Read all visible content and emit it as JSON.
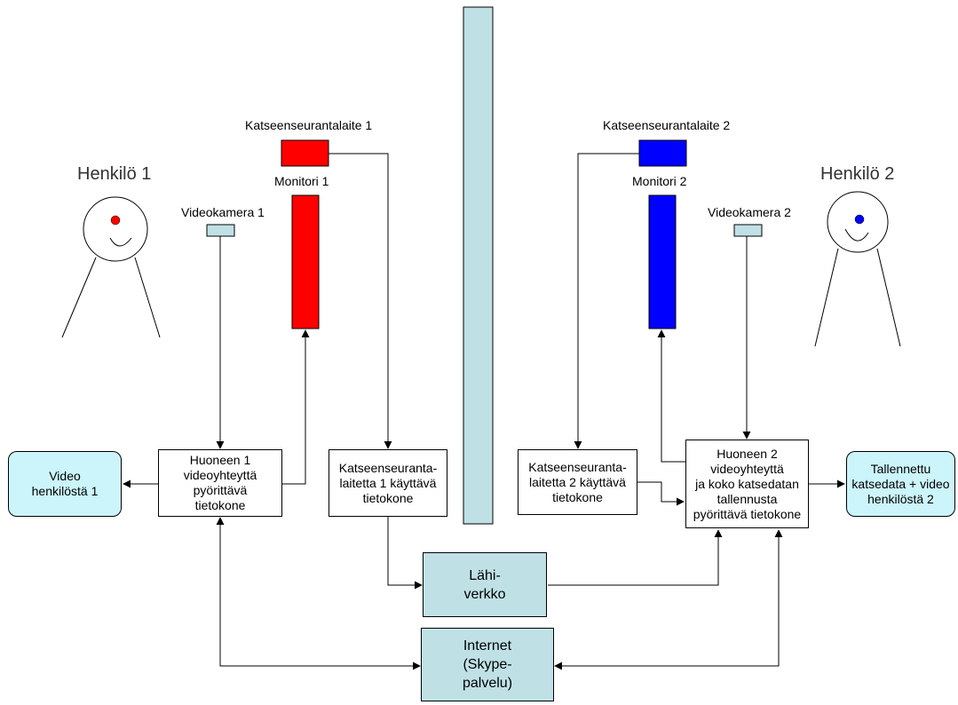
{
  "people": {
    "p1": {
      "label": "Henkilö 1",
      "eye_color": "#ff0000"
    },
    "p2": {
      "label": "Henkilö 2",
      "eye_color": "#0000ff"
    }
  },
  "devices": {
    "tracker1": "Katseenseurantalaite 1",
    "tracker2": "Katseenseurantalaite 2",
    "monitor1": "Monitori 1",
    "monitor2": "Monitori 2",
    "camera1": "Videokamera 1",
    "camera2": "Videokamera 2"
  },
  "boxes": {
    "room1_computer": "Huoneen 1\nvideoyhteyttä\npyörittävä\ntietokone",
    "tracker1_computer": "Katseenseuranta-\nlaitetta 1 käyttävä\ntietokone",
    "tracker2_computer": "Katseenseuranta-\nlaitetta 2 käyttävä\ntietokone",
    "room2_computer": "Huoneen 2\nvideoyhteyttä\nja koko katsedatan\ntallennusta\npyörittävä tietokone",
    "video_output1": "Video\nhenkilöstä 1",
    "recorded_output2": "Tallennettu\nkatsedata + video\nhenkilöstä 2",
    "lan": "Lähi-\nverkko",
    "internet": "Internet\n(Skype-\npalvelu)"
  },
  "colors": {
    "room1_accent": "#ff0000",
    "room2_accent": "#0000ff",
    "wall": "#bfe1e6",
    "network_box": "#bfe1e6",
    "output_box": "#ccf5fb"
  }
}
